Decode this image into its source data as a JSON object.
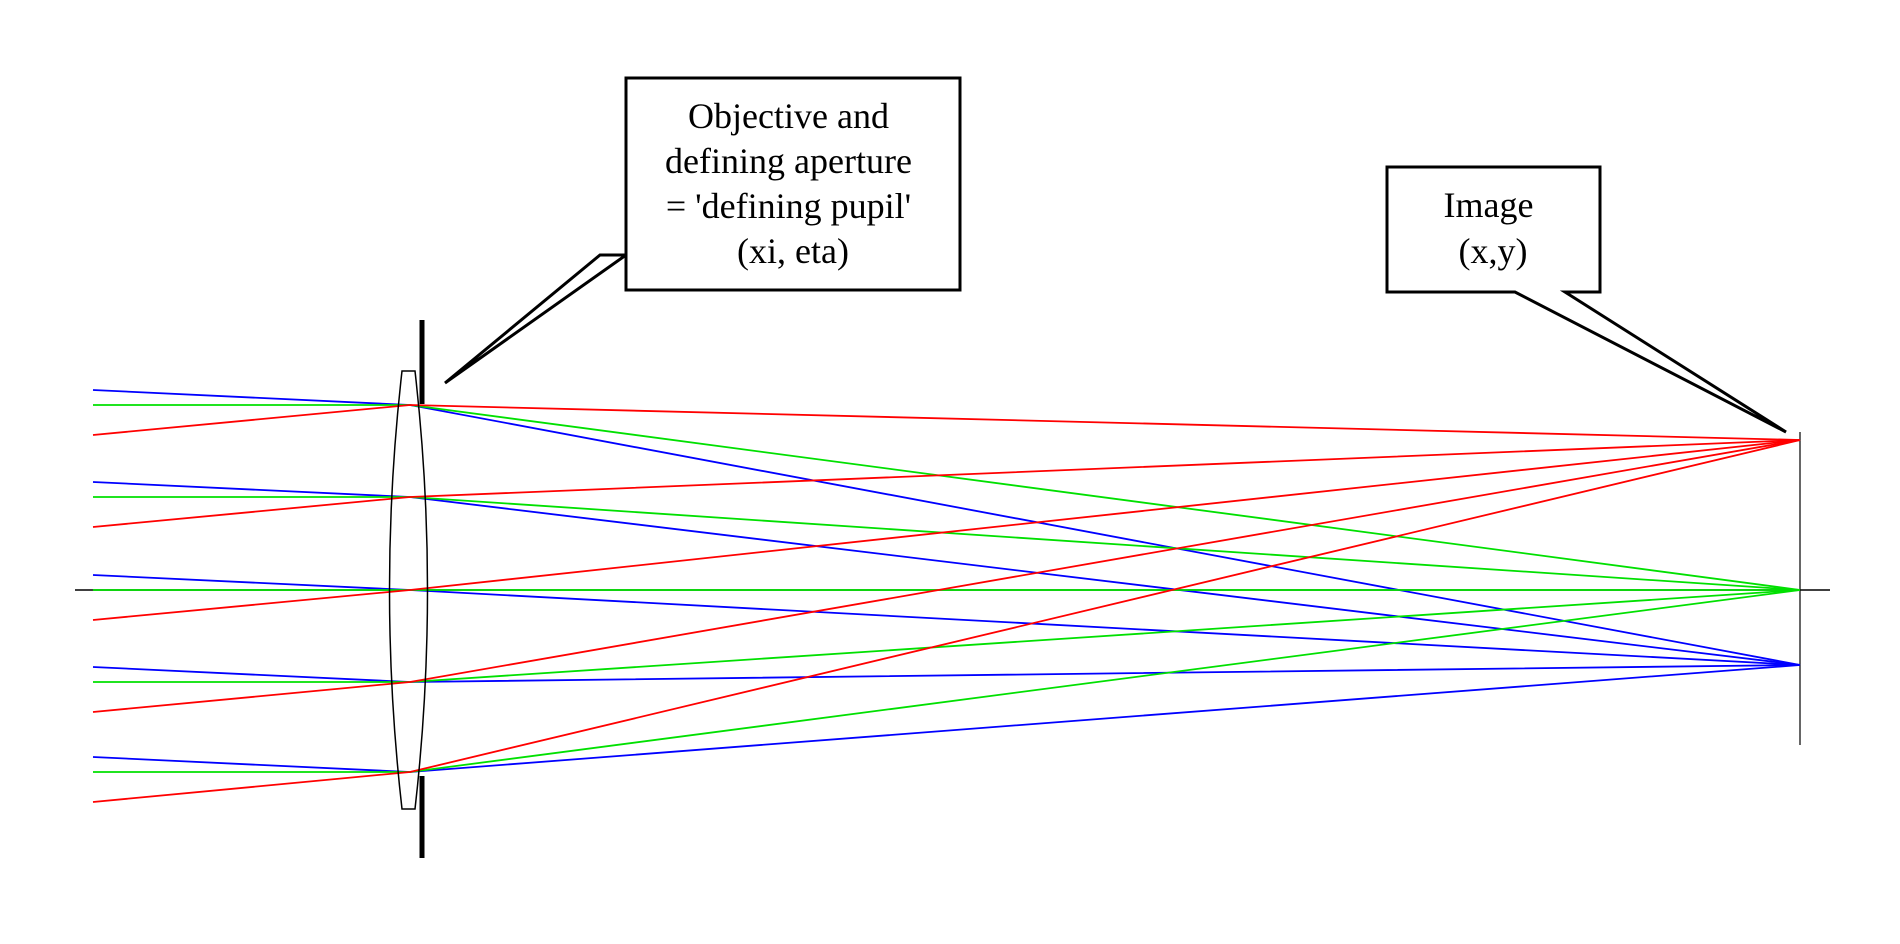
{
  "colors": {
    "background": "#ffffff",
    "outline": "#000000",
    "ray_blue": "#0000ff",
    "ray_green": "#00e000",
    "ray_red": "#ff0000",
    "lens_fill": "#ffffff"
  },
  "callouts": {
    "objective": {
      "lines": [
        "Objective and",
        "defining aperture",
        "= 'defining pupil'",
        "(xi, eta)"
      ]
    },
    "image": {
      "lines": [
        "Image",
        "(x,y)"
      ]
    }
  },
  "ray_fans": [
    {
      "name": "blue",
      "color_key": "ray_blue"
    },
    {
      "name": "green",
      "color_key": "ray_green"
    },
    {
      "name": "red",
      "color_key": "ray_red"
    }
  ]
}
